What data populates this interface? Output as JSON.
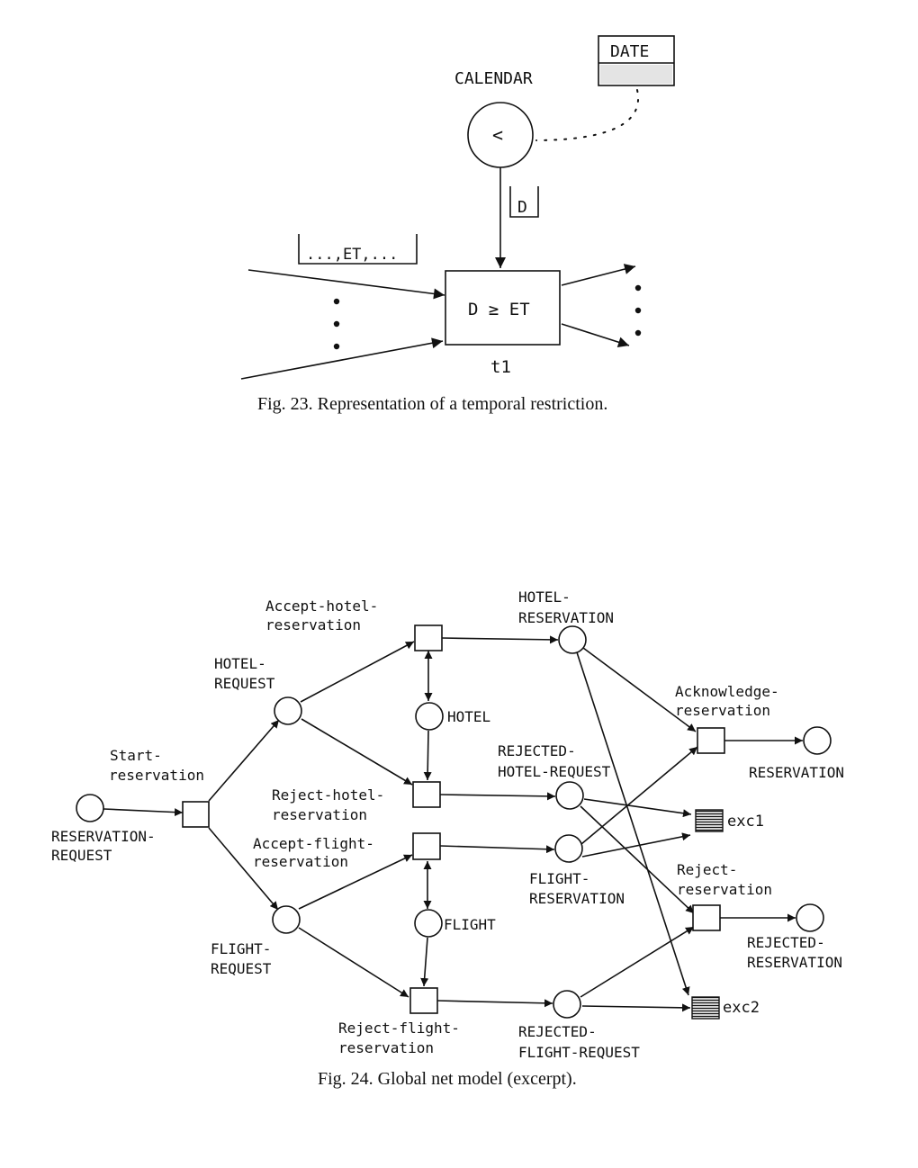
{
  "fig23": {
    "calendar_label": "CALENDAR",
    "calendar_symbol": "<",
    "date_label": "DATE",
    "d_label": "D",
    "et_label": "...,ET,...",
    "transition_text": "D ≥ ET",
    "transition_name": "t1",
    "caption": "Fig. 23. Representation of a temporal restriction."
  },
  "fig24": {
    "labels": {
      "start_reservation": [
        "Start-",
        "reservation"
      ],
      "reservation_request": [
        "RESERVATION-",
        "REQUEST"
      ],
      "hotel_request": [
        "HOTEL-",
        "REQUEST"
      ],
      "flight_request": [
        "FLIGHT-",
        "REQUEST"
      ],
      "accept_hotel_reservation": [
        "Accept-hotel-",
        "reservation"
      ],
      "reject_hotel_reservation": [
        "Reject-hotel-",
        "reservation"
      ],
      "accept_flight_reservation": [
        "Accept-flight-",
        "reservation"
      ],
      "reject_flight_reservation": [
        "Reject-flight-",
        "reservation"
      ],
      "hotel": "HOTEL",
      "flight": "FLIGHT",
      "hotel_reservation": [
        "HOTEL-",
        "RESERVATION"
      ],
      "rejected_hotel_request": [
        "REJECTED-",
        "HOTEL-REQUEST"
      ],
      "flight_reservation": [
        "FLIGHT-",
        "RESERVATION"
      ],
      "rejected_flight_request": [
        "REJECTED-",
        "FLIGHT-REQUEST"
      ],
      "acknowledge_reservation": [
        "Acknowledge-",
        "reservation"
      ],
      "reservation": "RESERVATION",
      "reject_reservation": [
        "Reject-",
        "reservation"
      ],
      "rejected_reservation": [
        "REJECTED-",
        "RESERVATION"
      ],
      "exc1": "exc1",
      "exc2": "exc2"
    },
    "caption": "Fig. 24. Global net model (excerpt)."
  }
}
